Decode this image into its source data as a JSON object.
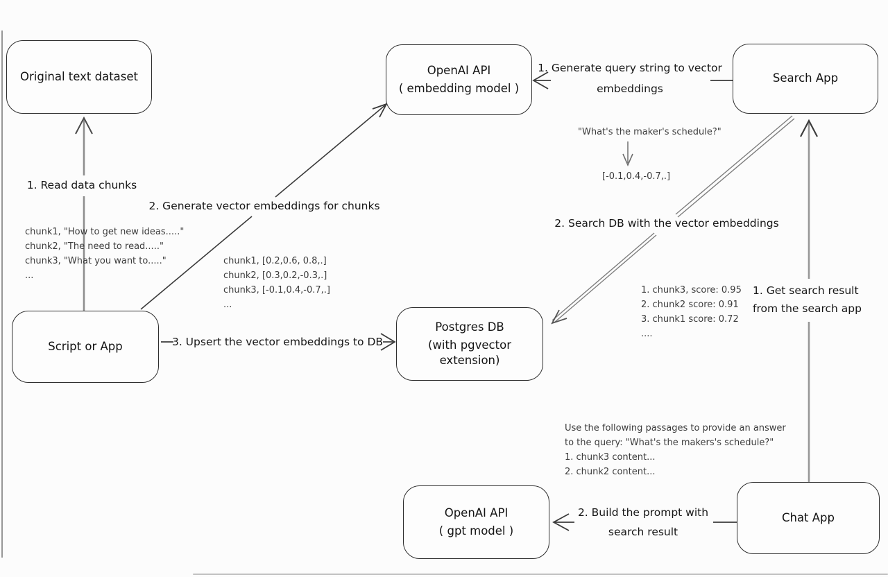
{
  "diagram": {
    "nodes": {
      "dataset": {
        "label": "Original text dataset"
      },
      "embedding_api": {
        "line1": "OpenAI API",
        "line2": "( embedding model )"
      },
      "search_app": {
        "label": "Search App"
      },
      "script": {
        "label": "Script or App"
      },
      "postgres": {
        "line1": "Postgres DB",
        "line2": "(with pgvector extension)"
      },
      "gpt_api": {
        "line1": "OpenAI API",
        "line2": "( gpt model )"
      },
      "chat_app": {
        "label": "Chat App"
      }
    },
    "edges": {
      "read_chunks": "1. Read data chunks",
      "generate_embeddings": "2. Generate vector embeddings for chunks",
      "upsert": "3. Upsert the vector embeddings to DB",
      "generate_query_line1": "1. Generate query string to vector",
      "generate_query_line2": "embeddings",
      "search_db": "2. Search DB with the vector embeddings",
      "get_result_line1": "1. Get search result",
      "get_result_line2": "from the search app",
      "build_prompt_line1": "2. Build the prompt with",
      "build_prompt_line2": "search result"
    },
    "annotations": {
      "chunks": [
        "chunk1, \"How to get new ideas.....\"",
        "chunk2, \"The need to read.....\"",
        "chunk3, \"What you want to.....\"",
        "..."
      ],
      "vectors": [
        "chunk1, [0.2,0.6, 0.8,.]",
        "chunk2, [0.3,0.2,-0.3,.]",
        "chunk3, [-0.1,0.4,-0.7,.]",
        "..."
      ],
      "query": "\"What's the maker's schedule?\"",
      "query_vector": "[-0.1,0.4,-0.7,.]",
      "scores": [
        "1. chunk3, score: 0.95",
        "2. chunk2 score: 0.91",
        "3. chunk1 score: 0.72",
        "...."
      ],
      "prompt": [
        "Use the following passages to provide an answer",
        "to the query: \"What's the makers's schedule?\"",
        "1. chunk3 content...",
        "2. chunk2 content..."
      ]
    },
    "colors": {
      "ink": "#2e2e2e",
      "gray_arrow": "#8e8e8e",
      "background": "#fcfcfc"
    }
  }
}
